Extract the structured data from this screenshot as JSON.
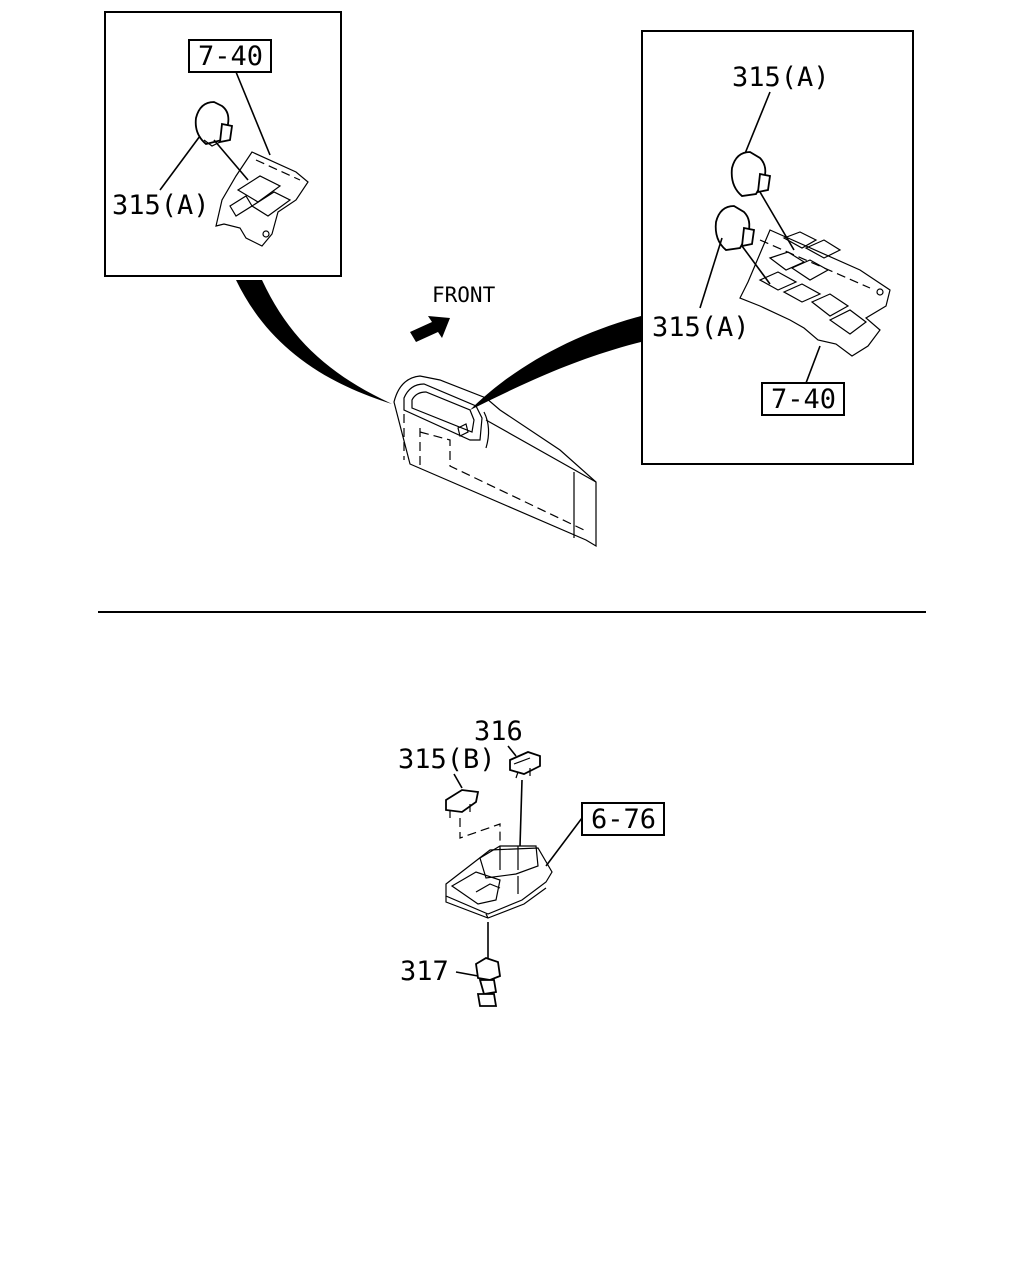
{
  "diagram": {
    "direction_label": "FRONT",
    "upper_left_inset": {
      "ref_label": "7-40",
      "part_label": "315(A)"
    },
    "upper_right_inset": {
      "part_label_top": "315(A)",
      "part_label_bottom": "315(A)",
      "ref_label": "7-40"
    },
    "lower_assembly": {
      "label_316": "316",
      "label_315b": "315(B)",
      "ref_label": "6-76",
      "label_317": "317"
    }
  }
}
